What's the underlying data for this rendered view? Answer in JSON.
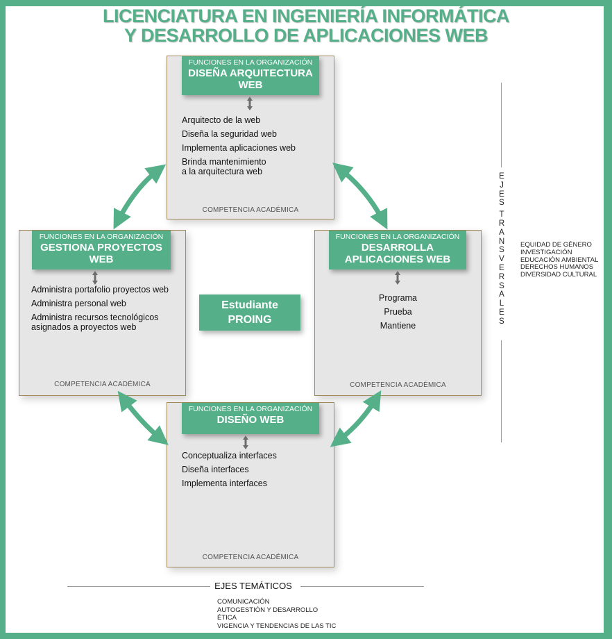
{
  "title": {
    "line1": "LICENCIATURA EN INGENIERÍA INFORMÁTICA",
    "line2": "Y DESARROLLO DE APLICACIONES WEB"
  },
  "colors": {
    "brand_green": "#55b08a",
    "box_bg": "#e6e6e6",
    "box_border": "#a0895a"
  },
  "center": {
    "line1": "Estudiante",
    "line2": "PROING"
  },
  "boxes": {
    "top": {
      "subtitle": "FUNCIONES EN LA ORGANIZACIÓN",
      "title_lines": [
        "DISEÑA ARQUITECTURA",
        "WEB"
      ],
      "items": [
        "Arquitecto de la web",
        "Diseña la seguridad web",
        "Implementa aplicaciones web",
        "Brinda mantenimiento\na la arquitectura web"
      ],
      "footer": "COMPETENCIA ACADÉMICA"
    },
    "left": {
      "subtitle": "FUNCIONES EN LA ORGANIZACIÓN",
      "title_lines": [
        "GESTIONA PROYECTOS",
        "WEB"
      ],
      "items": [
        "Administra portafolio proyectos web",
        "Administra personal web",
        "Administra recursos tecnológicos\nasignados a proyectos web"
      ],
      "footer": "COMPETENCIA ACADÉMICA"
    },
    "right": {
      "subtitle": "FUNCIONES EN LA ORGANIZACIÓN",
      "title_lines": [
        "DESARROLLA",
        "APLICACIONES WEB"
      ],
      "items": [
        "Programa",
        "Prueba",
        "Mantiene"
      ],
      "footer": "COMPETENCIA ACADÉMICA"
    },
    "bottom": {
      "subtitle": "FUNCIONES EN LA ORGANIZACIÓN",
      "title_lines": [
        "DISEÑO WEB"
      ],
      "items": [
        "Conceptualiza interfaces",
        "Diseña interfaces",
        "Implementa interfaces"
      ],
      "footer": "COMPETENCIA ACADÉMICA"
    }
  },
  "ejes_transversales": {
    "label": "EJES TRANSVERSALES",
    "items": [
      "EQUIDAD DE GÉNERO",
      "INVESTIGACIÓN",
      "EDUCACIÓN AMBIENTAL",
      "DERECHOS HUMANOS",
      "DIVERSIDAD CULTURAL"
    ]
  },
  "ejes_tematicos": {
    "label": "EJES TEMÁTICOS",
    "items": [
      "COMUNICACIÓN",
      "AUTOGESTIÓN Y DESARROLLO",
      "ÉTICA",
      "VIGENCIA Y TENDENCIAS DE LAS TIC"
    ]
  },
  "icons": {
    "cycle_arrows": "curved-double-arrow-icon",
    "box_link": "vertical-double-arrow-icon"
  }
}
